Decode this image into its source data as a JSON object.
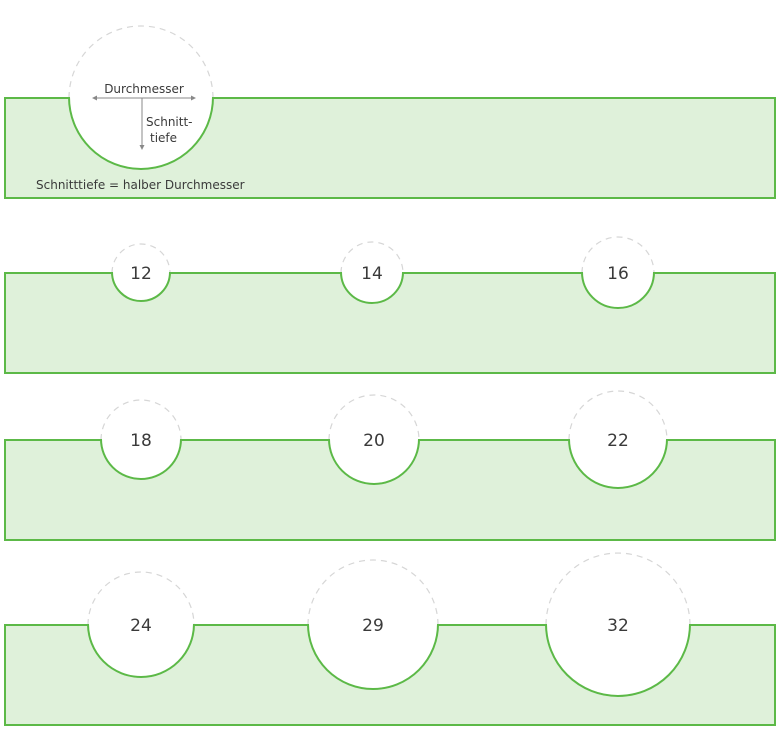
{
  "colors": {
    "fill": "#dff1da",
    "stroke": "#5cb947",
    "dash": "#d6d6d6",
    "text": "#3a3a3a"
  },
  "legend": {
    "diameter_label": "Durchmesser",
    "depth_label_line1": "Schnitt-",
    "depth_label_line2": "tiefe",
    "formula": "Schnitttiefe = halber Durchmesser"
  },
  "rows": [
    {
      "diameters": [
        "12",
        "14",
        "16"
      ]
    },
    {
      "diameters": [
        "18",
        "20",
        "22"
      ]
    },
    {
      "diameters": [
        "24",
        "29",
        "32"
      ]
    }
  ]
}
